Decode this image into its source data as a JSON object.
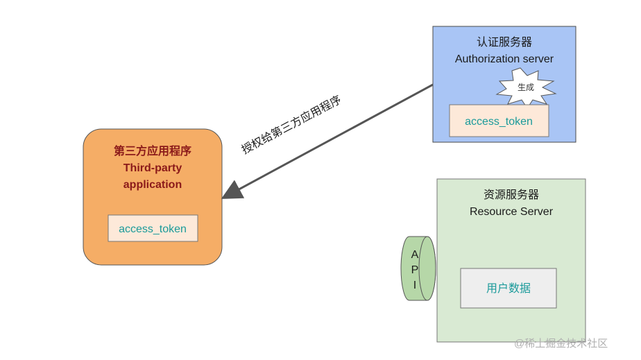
{
  "auth_server": {
    "title_cn": "认证服务器",
    "title_en": "Authorization server",
    "burst_label": "生成",
    "token_label": "access_token",
    "colors": {
      "fill": "#a9c5f5",
      "stroke": "#4a4a4a"
    }
  },
  "third_party_app": {
    "title_cn": "第三方应用程序",
    "title_en_line1": "Third-party",
    "title_en_line2": "application",
    "token_label": "access_token",
    "colors": {
      "fill": "#f5ad66",
      "stroke": "#555555"
    }
  },
  "resource_server": {
    "title_cn": "资源服务器",
    "title_en": "Resource Server",
    "api_letters": [
      "A",
      "P",
      "I"
    ],
    "data_label": "用户数据",
    "colors": {
      "fill": "#d9ead3",
      "stroke": "#777777",
      "api_fill": "#b6d7a8"
    }
  },
  "edge": {
    "label": "授权给第三方应用程序",
    "color": "#555555"
  },
  "watermark": "@稀土掘金技术社区"
}
